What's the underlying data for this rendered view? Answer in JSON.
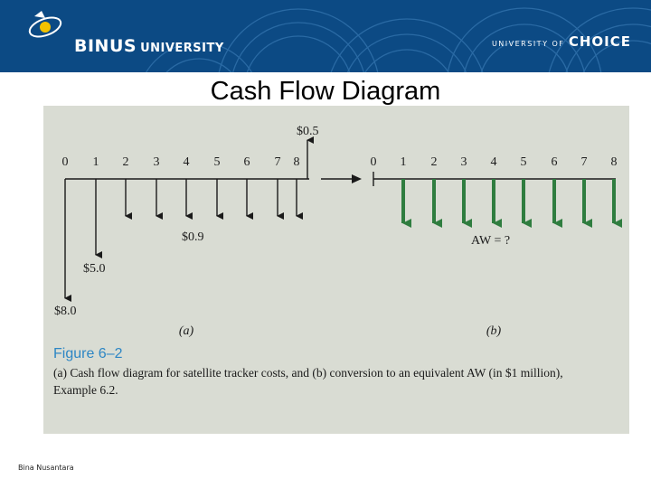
{
  "header": {
    "brand": "BINUS",
    "brand_suffix": "UNIVERSITY",
    "tagline_prefix": "UNIVERSITY OF",
    "tagline_main": "CHOICE",
    "background": "#0c4a84"
  },
  "slide_title": "Cash Flow Diagram",
  "figure": {
    "diagram_a": {
      "periods": [
        "0",
        "1",
        "2",
        "3",
        "4",
        "5",
        "6",
        "7",
        "8"
      ],
      "label_inflow_8": "$0.5",
      "label_outflow_1_8": "$0.9",
      "label_outflow_1": "$5.0",
      "label_outflow_0": "$8.0",
      "sublabel": "(a)",
      "arrow_color": "#1a1a1a"
    },
    "diagram_b": {
      "periods": [
        "0",
        "1",
        "2",
        "3",
        "4",
        "5",
        "6",
        "7",
        "8"
      ],
      "annual_worth_label": "AW = ?",
      "sublabel": "(b)",
      "arrow_color": "#2f7d3f"
    },
    "caption_number": "Figure 6–2",
    "caption_text": "(a) Cash flow diagram for satellite tracker costs, and (b) conversion to an equivalent AW (in $1 million), Example 6.2."
  },
  "footer_text": "Bina Nusantara"
}
